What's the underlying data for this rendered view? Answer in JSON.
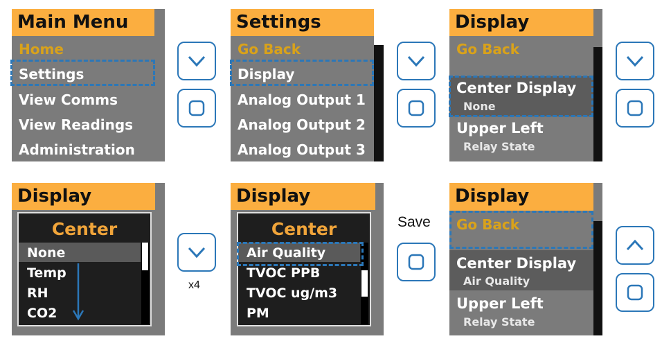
{
  "panel1": {
    "title": "Main Menu",
    "items": [
      "Home",
      "Settings",
      "View Comms",
      "View Readings",
      "Administration"
    ]
  },
  "panel2": {
    "title": "Settings",
    "items": [
      "Go Back",
      "Display",
      "Analog Output 1",
      "Analog Output 2",
      "Analog Output 3"
    ]
  },
  "panel3": {
    "title": "Display",
    "go_back": "Go Back",
    "center_label": "Center Display",
    "center_value": "None",
    "upper_label": "Upper Left",
    "upper_value": "Relay State"
  },
  "panel4": {
    "title": "Display",
    "popup_title": "Center",
    "options": [
      "None",
      "Temp",
      "RH",
      "CO2"
    ]
  },
  "panel5": {
    "title": "Display",
    "popup_title": "Center",
    "options": [
      "Air Quality",
      "TVOC PPB",
      "TVOC ug/m3",
      "PM"
    ]
  },
  "panel6": {
    "title": "Display",
    "go_back": "Go Back",
    "center_label": "Center Display",
    "center_value": "Air Quality",
    "upper_label": "Upper Left",
    "upper_value": "Relay State"
  },
  "labels": {
    "repeat": "x4",
    "save": "Save"
  },
  "icons": {
    "down": "chevron-down-icon",
    "up": "chevron-up-icon",
    "enter": "enter-square-icon"
  },
  "colors": {
    "header": "#fbae40",
    "screen": "#7b7b7b",
    "highlight": "#2b77b8",
    "gold_text": "#d9a21a"
  }
}
